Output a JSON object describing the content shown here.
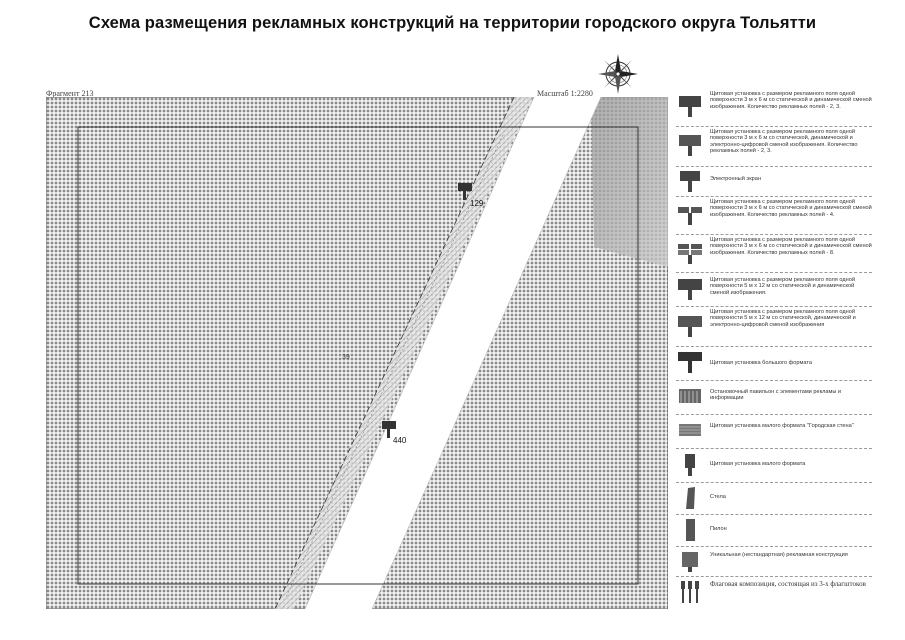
{
  "title": "Схема размещения рекламных конструкций на территории городского округа Тольятти",
  "fragment_label": "Фрагмент 213",
  "scale_label": "Масштаб 1:2280",
  "map": {
    "markers": [
      {
        "label": "129"
      },
      {
        "label": "440"
      }
    ],
    "parcel_label": "39"
  },
  "legend": {
    "items": [
      {
        "icon": "billboard-single-icon",
        "text": "Щитовая установка с размером рекламного поля одной поверхности 3 м х 6 м со статической и динамической сменой изображения. Количество рекламных полей - 2, 3."
      },
      {
        "icon": "billboard-digital-icon",
        "text": "Щитовая установка с размером рекламного поля одной поверхности 3 м х 6 м со статической, динамической и электронно-цифровой сменой изображения. Количество рекламных полей - 2, 3."
      },
      {
        "icon": "electronic-screen-icon",
        "text": "Электронный экран"
      },
      {
        "icon": "billboard-4-icon",
        "text": "Щитовая установка с размером рекламного поля одной поверхности 3 м х 6 м со статической и динамической сменой изображения. Количество рекламных полей - 4."
      },
      {
        "icon": "billboard-8-icon",
        "text": "Щитовая установка с размером рекламного поля одной поверхности 3 м х 6 м со статической и динамической сменой изображения. Количество рекламных полей - 8."
      },
      {
        "icon": "billboard-5x12-icon",
        "text": "Щитовая установка с размером рекламного поля одной поверхности 5 м х 12 м со статической и динамической сменой изображения."
      },
      {
        "icon": "billboard-5x12-digital-icon",
        "text": "Щитовая установка с размером рекламного поля одной поверхности 5 м х 12 м со статической, динамической и электронно-цифровой сменой изображения"
      },
      {
        "icon": "large-format-icon",
        "text": "Щитовая установка большого формата"
      },
      {
        "icon": "pavilion-icon",
        "text": "Остановочный павильон с элементами рекламы и информации"
      },
      {
        "icon": "city-format-icon",
        "text": "Щитовая установка малого формата \"Городская стена\""
      },
      {
        "icon": "small-format-icon",
        "text": "Щитовая установка малого формата"
      },
      {
        "icon": "stela-icon",
        "text": "Стела"
      },
      {
        "icon": "pylon-icon",
        "text": "Пилон"
      },
      {
        "icon": "unique-construction-icon",
        "text": "Уникальная (нестандартная) рекламная конструкция"
      },
      {
        "icon": "flag-composition-icon",
        "text": "Флаговая композиция, состоящая из 3-х флагштоков"
      }
    ]
  }
}
